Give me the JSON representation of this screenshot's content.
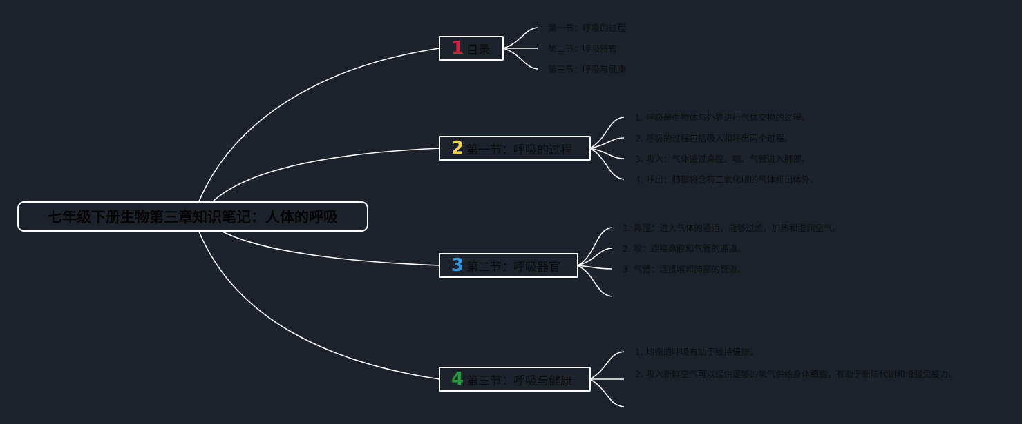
{
  "root": {
    "title": "七年级下册生物第三章知识笔记：人体的呼吸"
  },
  "branches": [
    {
      "number": "1",
      "color": "#d8203a",
      "label": "目录",
      "items": [
        "第一节：呼吸的过程",
        "第二节：呼吸器官",
        "第三节：呼吸与健康"
      ]
    },
    {
      "number": "2",
      "color": "#f2d04c",
      "label": "第一节：呼吸的过程",
      "items": [
        "1. 呼吸是生物体与外界进行气体交换的过程。",
        "2. 呼吸的过程包括吸入和呼出两个过程。",
        "3. 吸入：气体通过鼻腔、咽、气管进入肺部。",
        "4. 呼出：肺部将含有二氧化碳的气体排出体外。"
      ]
    },
    {
      "number": "3",
      "color": "#2f97e0",
      "label": "第二节：呼吸器官",
      "items": [
        "1. 鼻腔：进入气体的通道，能够过滤、加热和湿润空气。",
        "2. 喉：连接鼻腔和气管的通道。",
        "3. 气管：连接喉和肺部的管道。",
        ""
      ]
    },
    {
      "number": "4",
      "color": "#1f9a3a",
      "label": "第三节：呼吸与健康",
      "items": [
        "1. 均衡的呼吸有助于维持健康。",
        "2. 吸入新鲜空气可以提供足够的氧气供给身体细胞，有助于新陈代谢和增强免疫力。",
        ""
      ]
    }
  ]
}
